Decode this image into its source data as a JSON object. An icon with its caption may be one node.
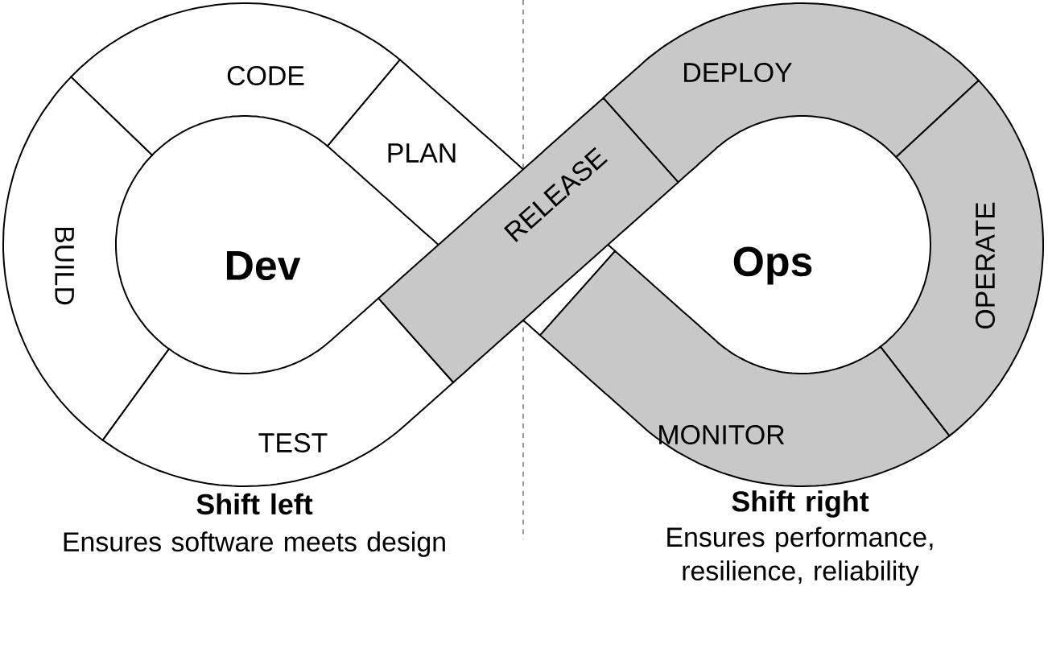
{
  "diagram": {
    "nodes": [
      {
        "text": [
          "PLAN"
        ]
      },
      {
        "text": [
          "CODE"
        ]
      },
      {
        "text": [
          "BUILD"
        ]
      },
      {
        "text": [
          "TEST"
        ]
      },
      {
        "text": [
          "RELEASE"
        ]
      },
      {
        "text": [
          "DEPLOY"
        ]
      },
      {
        "text": [
          "OPERATE"
        ]
      },
      {
        "text": [
          "MONITOR"
        ]
      },
      {
        "text": [
          "Dev"
        ]
      },
      {
        "text": [
          "Ops"
        ]
      }
    ],
    "labels": [
      "Shift left",
      "Ensures software meets design",
      "Shift right",
      "Ensures performance, resilience, reliability"
    ]
  }
}
